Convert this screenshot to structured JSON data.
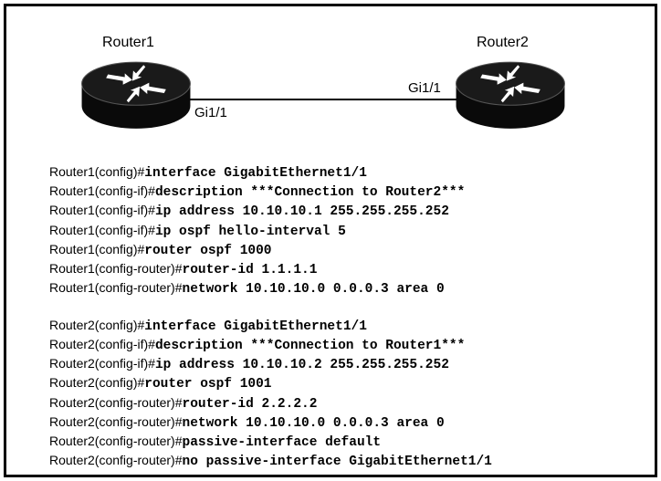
{
  "diagram": {
    "router1": {
      "name": "Router1",
      "port": "Gi1/1"
    },
    "router2": {
      "name": "Router2",
      "port": "Gi1/1"
    },
    "link": {
      "color": "#000000"
    },
    "router_icon": {
      "body_color": "#0a0a0a",
      "top_color": "#1a1a1a",
      "arrow_color": "#ffffff"
    }
  },
  "config": {
    "router1": [
      {
        "prompt": "Router1(config)#",
        "command": "interface GigabitEthernet1/1"
      },
      {
        "prompt": "Router1(config-if)#",
        "command": "description ***Connection to Router2***"
      },
      {
        "prompt": "Router1(config-if)#",
        "command": "ip address 10.10.10.1 255.255.255.252"
      },
      {
        "prompt": "Router1(config-if)#",
        "command": "ip ospf hello-interval 5"
      },
      {
        "prompt": "Router1(config)#",
        "command": "router ospf 1000"
      },
      {
        "prompt": "Router1(config-router)#",
        "command": "router-id 1.1.1.1"
      },
      {
        "prompt": "Router1(config-router)#",
        "command": "network 10.10.10.0 0.0.0.3 area 0"
      }
    ],
    "router2": [
      {
        "prompt": "Router2(config)#",
        "command": "interface GigabitEthernet1/1"
      },
      {
        "prompt": "Router2(config-if)#",
        "command": "description ***Connection to Router1***"
      },
      {
        "prompt": "Router2(config-if)#",
        "command": "ip address 10.10.10.2 255.255.255.252"
      },
      {
        "prompt": "Router2(config)#",
        "command": "router ospf 1001"
      },
      {
        "prompt": "Router2(config-router)#",
        "command": "router-id 2.2.2.2"
      },
      {
        "prompt": "Router2(config-router)#",
        "command": "network 10.10.10.0 0.0.0.3 area 0"
      },
      {
        "prompt": "Router2(config-router)#",
        "command": "passive-interface default"
      },
      {
        "prompt": "Router2(config-router)#",
        "command": "no passive-interface GigabitEthernet1/1"
      }
    ]
  }
}
